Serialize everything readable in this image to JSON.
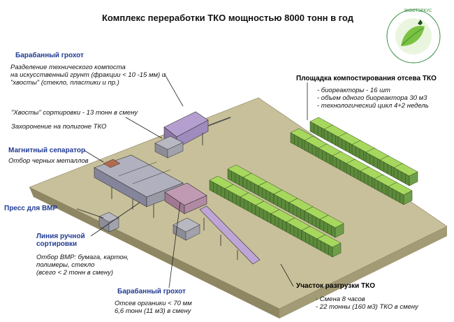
{
  "title": "Комплекс переработки ТКО мощностью 8000 тонн в год",
  "logo": {
    "text": "ЭКОСТЭРКУС",
    "colors": [
      "#2e8b3a",
      "#7cc242"
    ]
  },
  "labels": {
    "drum_screen_top": {
      "heading": "Барабанный грохот",
      "lines": [
        "Разделение технического компоста",
        "на искусственный грунт (фракции < 10 -15 мм) и",
        "\"хвосты\" (стекло, пластики и пр.)"
      ]
    },
    "tails": {
      "line1": "\"Хвосты\" сортировки - 13 тонн в смену",
      "line2": "Захоронение на полигоне ТКО"
    },
    "magnetic": {
      "heading": "Магнитный сепаратор",
      "line": "Отбор черных металлов"
    },
    "press": {
      "heading": "Пресс для ВМР"
    },
    "manual_sort": {
      "heading_lines": [
        "Линия ручной",
        "сортировки"
      ],
      "lines": [
        "Отбор ВМР: бумага, картон,",
        "полимеры, стекло",
        "(всего < 2 тонн в смену)"
      ]
    },
    "drum_screen_bottom": {
      "heading": "Барабанный грохот",
      "lines": [
        "Отсев органики < 70 мм",
        "6,6 тонн (11 м3) в смену"
      ]
    },
    "composting": {
      "heading": "Площадка  компостирования отсева ТКО",
      "lines": [
        "- биореакторы - 16 шт",
        "- объем одного биореактора 30 м3",
        "- технологический цикл 4+2 недель"
      ]
    },
    "unloading": {
      "heading": "Участок разгрузки ТКО",
      "lines": [
        "- Смена 8 часов",
        "- 22 тонны (160 м3) ТКО в смену"
      ]
    }
  },
  "colors": {
    "platform_top": "#c8c09a",
    "platform_side": "#8f8763",
    "bioreactor_top": "#a7d85e",
    "bioreactor_side": "#5c8a3a",
    "conveyor": "#b59fcf",
    "grey_equipment": "#9a9aa6"
  }
}
